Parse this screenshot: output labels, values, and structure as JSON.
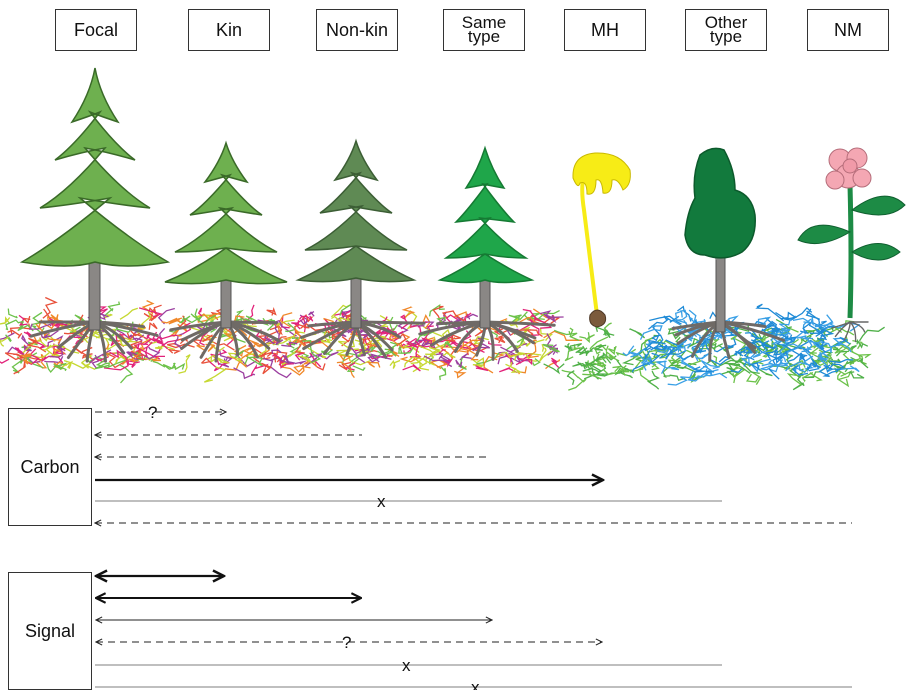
{
  "headers": {
    "focal": "Focal",
    "kin": "Kin",
    "nonkin": "Non-kin",
    "same_type": [
      "Same",
      "type"
    ],
    "mh": "MH",
    "other_type": [
      "Other",
      "type"
    ],
    "nm": "NM"
  },
  "rows": {
    "carbon": {
      "label": "Carbon",
      "arrows": [
        {
          "target": "Kin",
          "style": "dashed",
          "direction": "right",
          "mark": "?"
        },
        {
          "target": "Non-kin",
          "style": "dashed",
          "direction": "left"
        },
        {
          "target": "Same type",
          "style": "dashed",
          "direction": "left"
        },
        {
          "target": "MH",
          "style": "bold",
          "direction": "right"
        },
        {
          "target": "Other type",
          "style": "gray",
          "direction": "none",
          "mark": "x"
        },
        {
          "target": "NM",
          "style": "dashed",
          "direction": "left"
        }
      ]
    },
    "signal": {
      "label": "Signal",
      "arrows": [
        {
          "target": "Kin",
          "style": "bold",
          "direction": "both"
        },
        {
          "target": "Non-kin",
          "style": "bold",
          "direction": "both"
        },
        {
          "target": "Same type",
          "style": "thin",
          "direction": "both"
        },
        {
          "target": "MH",
          "style": "dashed",
          "direction": "both",
          "mark": "?"
        },
        {
          "target": "Other type",
          "style": "gray",
          "direction": "none",
          "mark": "x"
        },
        {
          "target": "NM",
          "style": "gray",
          "direction": "none",
          "mark": "x"
        }
      ]
    }
  },
  "colors": {
    "focal_tree": "#6eb04f",
    "kin_tree": "#6eb04f",
    "nonkin_tree": "#5f8a54",
    "same_type_tree": "#1fa64a",
    "mh_plant": "#f7ec16",
    "other_type_tree": "#127a3d",
    "nm_plant": "#f4a7b3",
    "nm_leaves": "#1d8b45",
    "trunk": "#8a8785",
    "network_green": "#6cc24a",
    "network_blue": "#1e8ad6"
  }
}
